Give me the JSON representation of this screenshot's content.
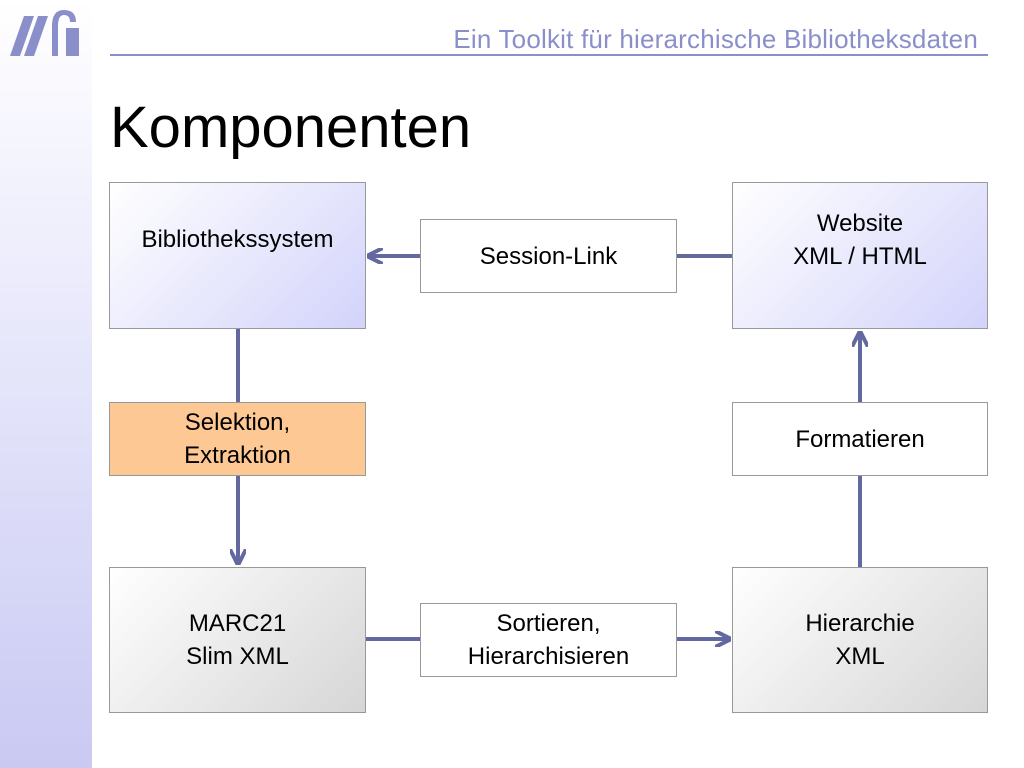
{
  "header": {
    "title": "Ein Toolkit für hierarchische Bibliotheksdaten"
  },
  "page": {
    "title": "Komponenten"
  },
  "diagram": {
    "bibliothekssystem": {
      "line1": "Bibliothekssystem"
    },
    "session_link": {
      "line1": "Session-Link"
    },
    "website": {
      "line1": "Website",
      "line2": "XML / HTML"
    },
    "selektion": {
      "line1": "Selektion,",
      "line2": "Extraktion"
    },
    "formatieren": {
      "line1": "Formatieren"
    },
    "marc21": {
      "line1": "MARC21",
      "line2": "Slim XML"
    },
    "sortieren": {
      "line1": "Sortieren,",
      "line2": "Hierarchisieren"
    },
    "hierarchie": {
      "line1": "Hierarchie",
      "line2": "XML"
    }
  },
  "colors": {
    "accent": "#8a8fca",
    "connector": "#6468a0",
    "highlight_box": "#fdc893"
  }
}
